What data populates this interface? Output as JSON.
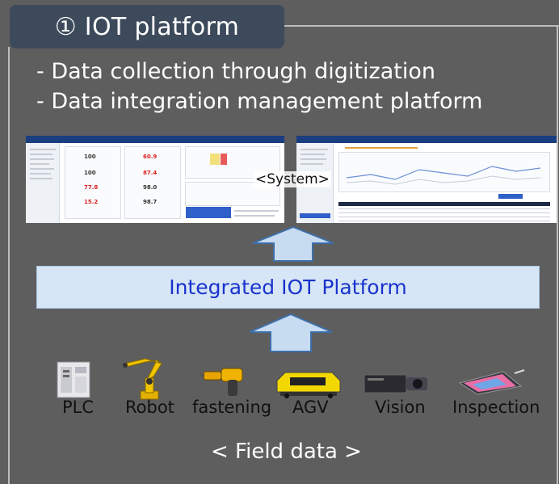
{
  "title": "① IOT platform",
  "bullets": [
    "- Data collection through digitization",
    "- Data integration management platform"
  ],
  "system_label": "<System>",
  "platform_label": "Integrated IOT Platform",
  "devices": [
    {
      "label": "PLC",
      "icon": "plc-icon"
    },
    {
      "label": "Robot",
      "icon": "robot-arm-icon"
    },
    {
      "label": "fastening",
      "icon": "fastening-tool-icon"
    },
    {
      "label": "AGV",
      "icon": "agv-icon"
    },
    {
      "label": "Vision",
      "icon": "vision-camera-icon"
    },
    {
      "label": "Inspection",
      "icon": "inspection-tablet-icon"
    }
  ],
  "field_data_label": "< Field data >",
  "dashboard_values": [
    "100",
    "60.9",
    "100",
    "87.4",
    "77.8",
    "98.0",
    "15.2",
    "98.7"
  ],
  "colors": {
    "background": "#5e5e5e",
    "title_box": "#3d4a5b",
    "platform_bar": "#d6e6f6",
    "platform_text": "#1a33cc",
    "arrow_fill": "#c7dcf1",
    "arrow_stroke": "#3e6fa8"
  }
}
